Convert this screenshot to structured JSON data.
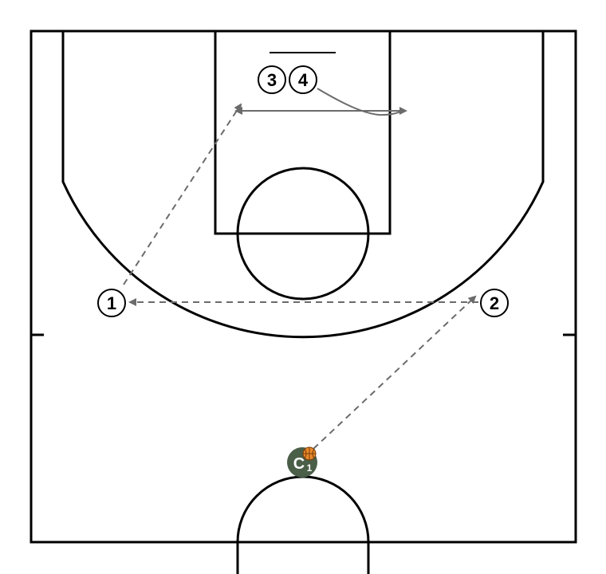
{
  "players": [
    {
      "id": "p1",
      "label": "1"
    },
    {
      "id": "p2",
      "label": "2"
    },
    {
      "id": "p3",
      "label": "3"
    },
    {
      "id": "p4",
      "label": "4"
    }
  ],
  "coach": {
    "label": "C",
    "sub": "1"
  },
  "colors": {
    "court_line": "#000000",
    "action_line": "#6b6b6b",
    "coach_fill": "#4a5e48",
    "ball": "#e8892b",
    "ball_seam": "#7a3d0a"
  },
  "icons": {
    "ball": "basketball-icon"
  }
}
